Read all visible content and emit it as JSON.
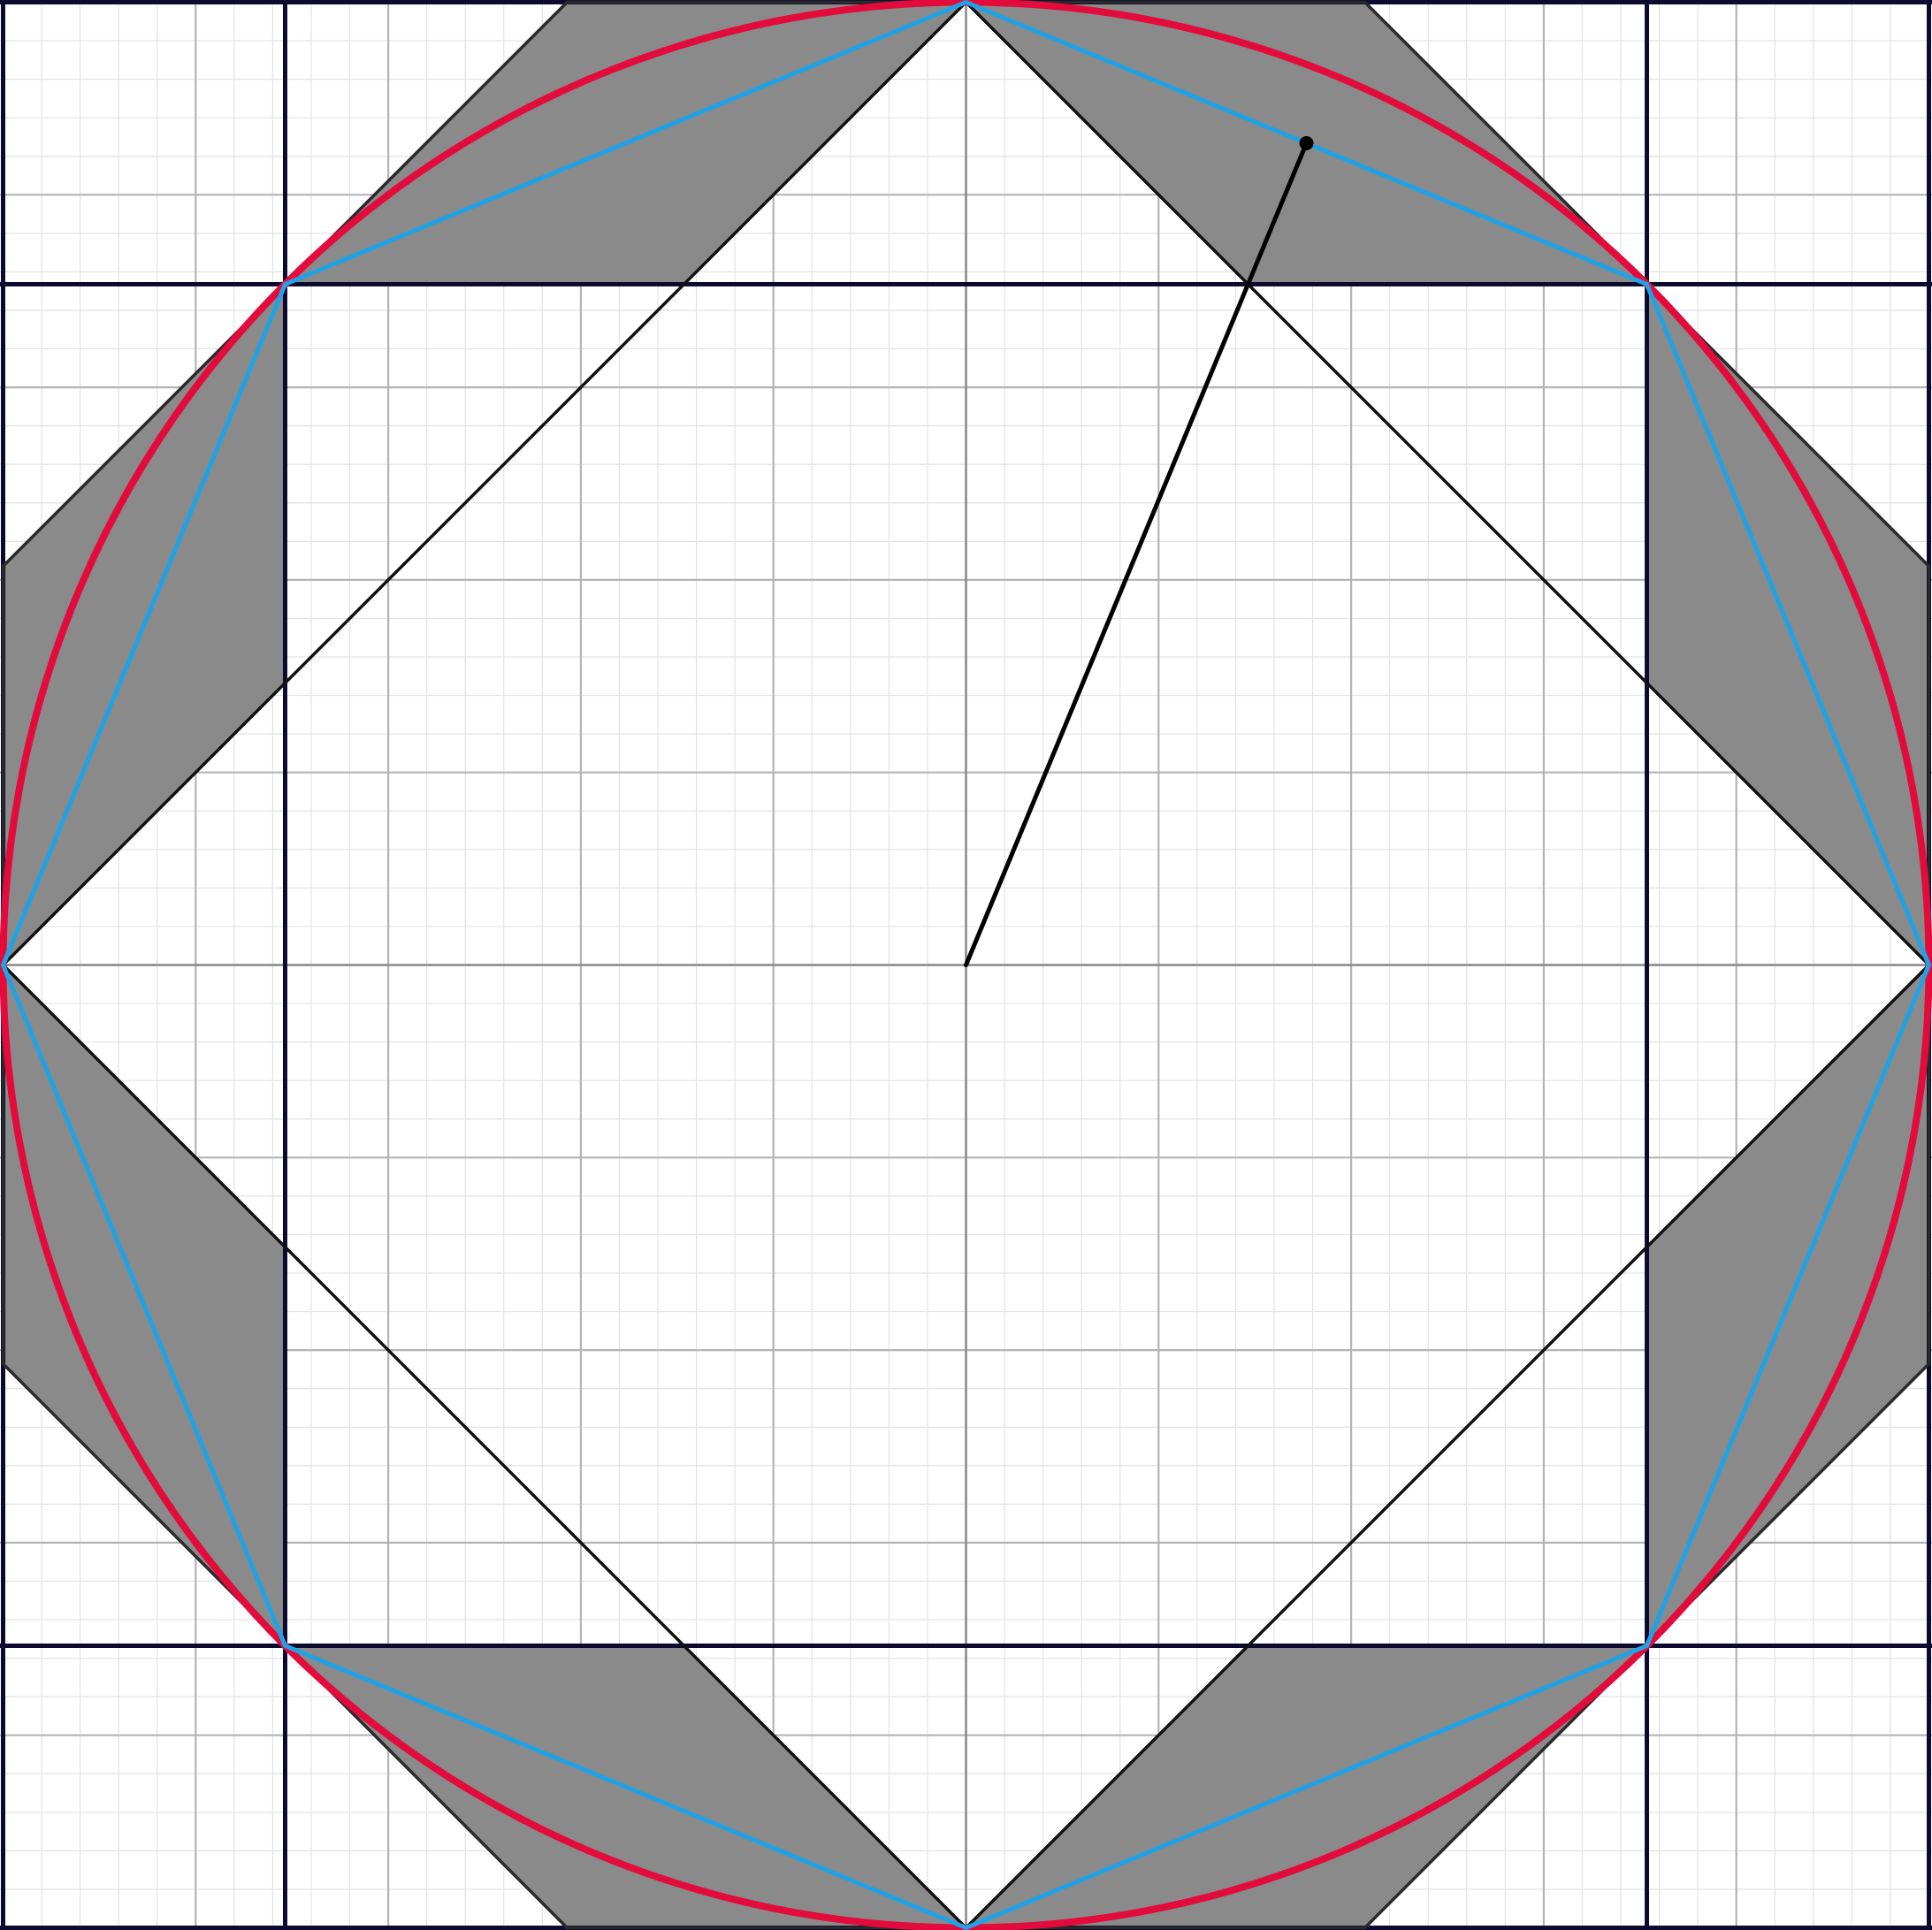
{
  "figure": {
    "colors": {
      "background": "#ffffff",
      "minor_grid": "#e3e3e6",
      "major_grid": "#b4b4b8",
      "axis": "#8a8a8a",
      "heavy_grid": "#0d0a30",
      "shaded_fill": "#8a8a8a",
      "shaded_edge": "#2a2a2a",
      "diamond": "#111111",
      "circle": "#e30b3c",
      "octagon": "#1fa3e6",
      "radius": "#000000"
    },
    "geometry_units": {
      "circle_radius": 1,
      "heavy_grid_lines": [
        -1,
        -0.7071,
        0.7071,
        1
      ],
      "major_grid_step": 0.2,
      "minor_grid_step": 0.04,
      "octagon_vertices_deg": [
        0,
        45,
        90,
        135,
        180,
        225,
        270,
        315
      ],
      "radius_endpoint_deg": 67.5,
      "radius_endpoint_length": 0.9239,
      "outer_octagon_inradius": 1,
      "inner_diamond_vertices": [
        [
          1,
          0
        ],
        [
          0,
          1
        ],
        [
          -1,
          0
        ],
        [
          0,
          -1
        ]
      ]
    }
  }
}
